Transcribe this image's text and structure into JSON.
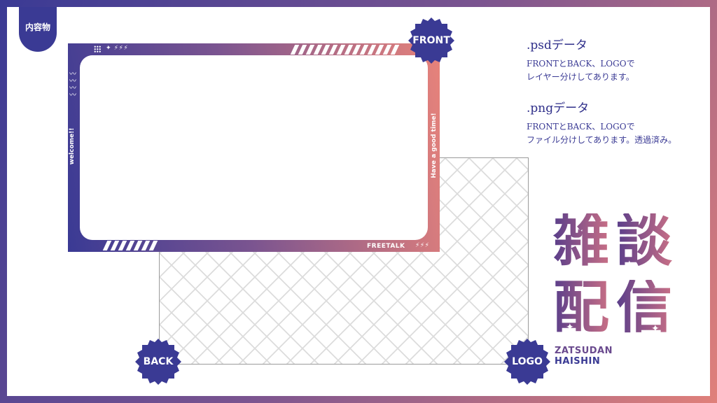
{
  "tag": {
    "label": "内容物"
  },
  "front": {
    "badge_label": "FRONT",
    "side_left_text": "welcome!!",
    "side_right_text": "Have a good time!",
    "bottom_text": "FREETALK",
    "bolts_text": "⚡⚡⚡",
    "top_bolts_text": "✦ ⚡⚡⚡",
    "zigzag_text": "〰\n〰\n〰\n〰"
  },
  "back": {
    "badge_label": "BACK"
  },
  "logo_badge": {
    "badge_label": "LOGO"
  },
  "notes": {
    "psd_title": ".psdデータ",
    "psd_line1": "FRONTとBACK、LOGOで",
    "psd_line2": "レイヤー分けしてあります。",
    "png_title": ".pngデータ",
    "png_line1": "FRONTとBACK、LOGOで",
    "png_line2": "ファイル分けしてあります。透過済み。"
  },
  "logo": {
    "kanji_1": "雑",
    "kanji_2": "談",
    "kanji_3": "配",
    "kanji_4": "信",
    "sub_line1": "ZATSUDAN",
    "sub_line2": "HAISHIN"
  },
  "colors": {
    "navy": "#3a3a94",
    "purple": "#7a5490",
    "coral": "#e8837a"
  }
}
